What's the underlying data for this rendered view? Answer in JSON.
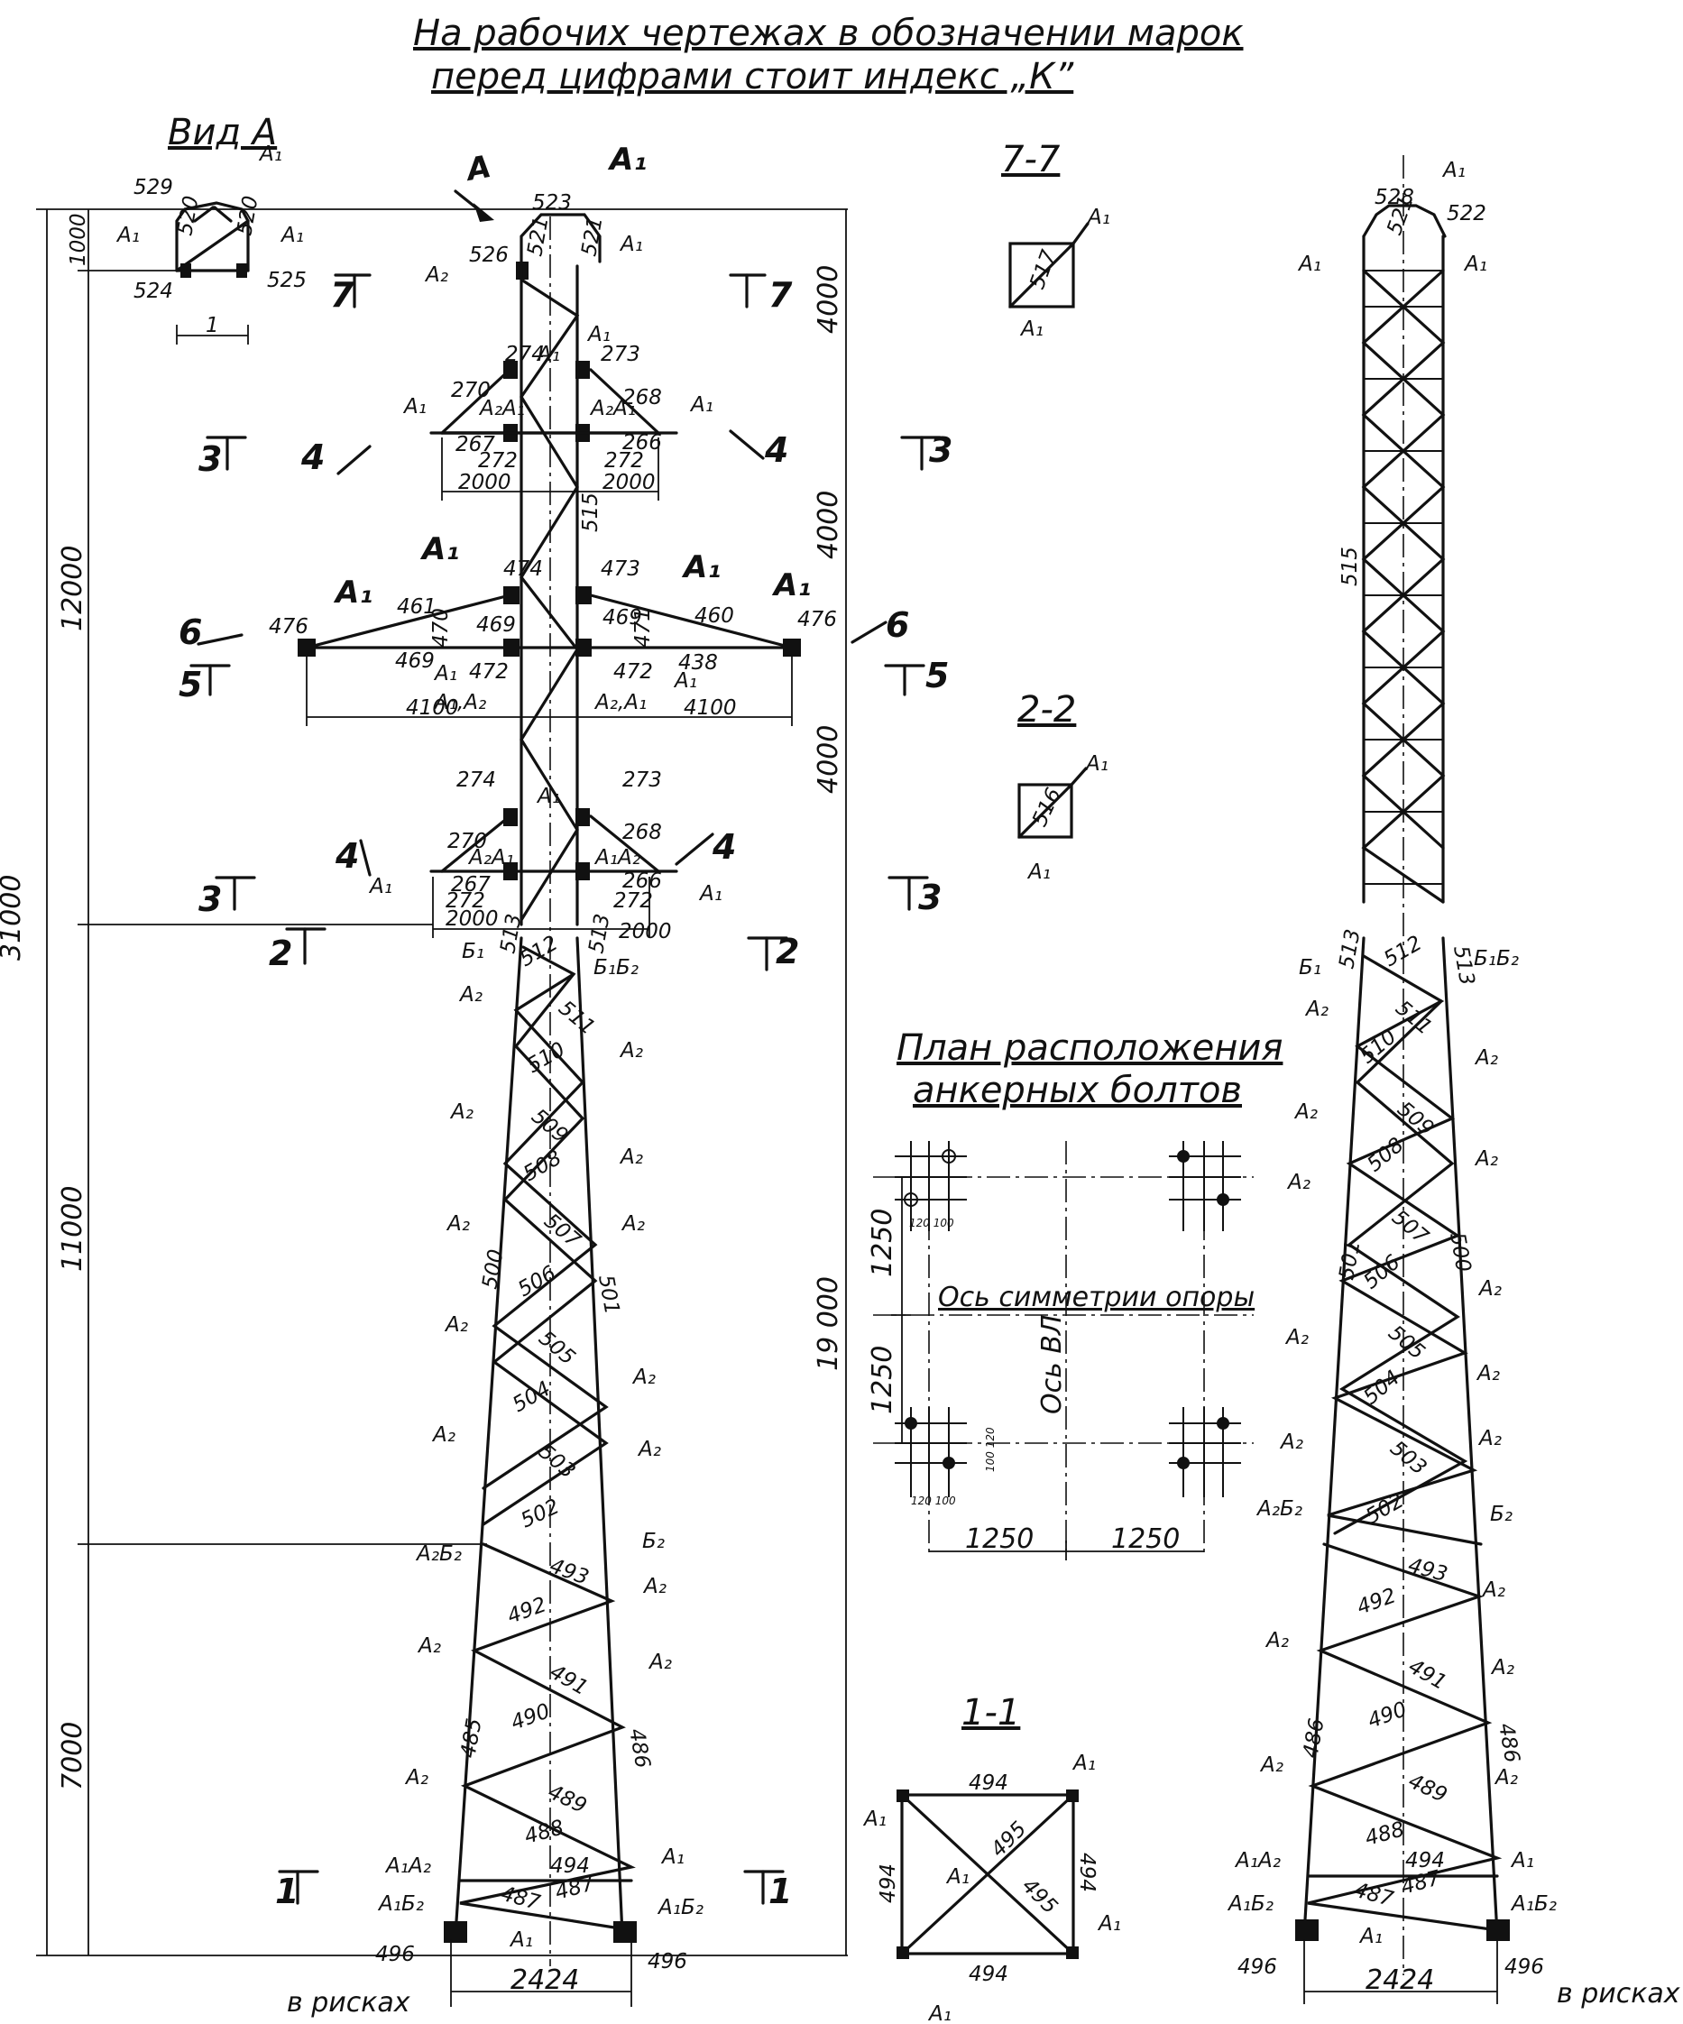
{
  "header": {
    "line1": "На рабочих чертежах в обозначении марок",
    "line2": "перед цифрами стоит индекс „К”"
  },
  "titles": {
    "view_a": "Вид А",
    "section_7_7": "7-7",
    "section_2_2": "2-2",
    "section_1_1": "1-1",
    "anchor_plan_1": "План расположения",
    "anchor_plan_2": "анкерных болтов"
  },
  "dimensions": {
    "total_height": "31000",
    "upper_part": "12000",
    "middle_part": "11000",
    "lower_part": "7000",
    "view_a_height": "1000",
    "right_4000_top": "4000",
    "right_4000_mid": "4000",
    "right_4000_low": "4000",
    "right_19000": "19 000",
    "base_width": "2424",
    "base_width_side": "2424",
    "arm_2000_ul": "2000",
    "arm_2000_ur": "2000",
    "arm_2000_ll": "2000",
    "arm_2000_lr": "2000",
    "arm_4100_l": "4100",
    "arm_4100_r": "4100",
    "plan_1250_v1": "1250",
    "plan_1250_v2": "1250",
    "plan_1250_h1": "1250",
    "plan_1250_h2": "1250",
    "plan_small_1": "120 100",
    "plan_small_2": "100 120",
    "plan_small_3": "120 100"
  },
  "notes": {
    "in_marks_left": "в рисках",
    "in_marks_right": "в рисках",
    "axis_symmetry": "Ось симметрии опоры",
    "axis_vl": "Ось ВЛ"
  },
  "sections": {
    "a_prime": "А",
    "cut7_l": "7",
    "cut7_r": "7",
    "cut3_l": "3",
    "cut3_r": "3",
    "cut4_l": "4",
    "cut4_r": "4",
    "cut6_l": "6",
    "cut6_r": "6",
    "cut5_l": "5",
    "cut5_r": "5",
    "cut3b_l": "3",
    "cut3b_r": "3",
    "cut4b_l": "4",
    "cut4b_r": "4",
    "cut2_l": "2",
    "cut2_r": "2",
    "cut1_l": "1",
    "cut1_r": "1"
  },
  "marks": {
    "m529": "529",
    "m520a": "520",
    "m520b": "520",
    "m524": "524",
    "m525": "525",
    "va_a1": "А₁",
    "va_a1b": "А₁",
    "va_a1c": "А₁",
    "m523": "523",
    "m521a": "521",
    "m521b": "521",
    "m526": "526",
    "top_a1": "А₁",
    "top_a1b": "А₁",
    "top_a2": "А₂",
    "m274": "274",
    "m273": "273",
    "m270": "270",
    "m268": "268",
    "m267": "267",
    "m266": "266",
    "m272a": "272",
    "m272b": "272",
    "ua_a1": "А₁",
    "ua_a1r": "А₁",
    "ua_a2a1": "А₂А₁",
    "ua_a2a1r": "А₂А₁",
    "ua_a1s": "А₁",
    "ua_a1s2": "А₁",
    "m515": "515",
    "m474": "474",
    "m473": "473",
    "m461": "461",
    "m460": "460",
    "m476l": "476",
    "m476r": "476",
    "m470": "470",
    "m471": "471",
    "m469": "469",
    "m469b": "469",
    "m469c": "469",
    "m472l": "472",
    "m472r": "472",
    "m438": "438",
    "ma_a1a": "А₁",
    "ma_a1b": "А₁",
    "ma_a1c": "А₁",
    "ma_a1d": "А₁",
    "ma_a1e": "А₁",
    "ma_a1f": "А₁",
    "ma_a1a2": "А₁,А₂",
    "ma_a2a1": "А₂,А₁",
    "m274b": "274",
    "m273b": "273",
    "m270b": "270",
    "m268b": "268",
    "m267b": "267",
    "m266b": "266",
    "m272c": "272",
    "m272d": "272",
    "m513l": "513",
    "m513r": "513",
    "la_a1": "А₁",
    "la_a1r": "А₁",
    "la_a2a1": "А₂А₁",
    "la_a1a2": "А₁А₂",
    "la_a1s": "А₁",
    "b1": "Б₁",
    "b1b2": "Б₁Б₂",
    "m512": "512",
    "m511": "511",
    "m510": "510",
    "m509": "509",
    "m508": "508",
    "m507": "507",
    "m506": "506",
    "m505": "505",
    "m504": "504",
    "m503": "503",
    "m502": "502",
    "m500": "500",
    "m501": "501",
    "a2_1": "А₂",
    "a2_2": "А₂",
    "a2_3": "А₂",
    "a2_4": "А₂",
    "a2_5": "А₂",
    "a2_6": "А₂",
    "a2_7": "А₂",
    "a2_8": "А₂",
    "a2_9": "А₂",
    "a2b2": "А₂Б₂",
    "b2": "Б₂",
    "m493": "493",
    "m492": "492",
    "m491": "491",
    "m490": "490",
    "m489": "489",
    "m488": "488",
    "m494": "494",
    "m487a": "487",
    "m487b": "487",
    "m485": "485",
    "m486": "486",
    "m496l": "496",
    "m496r": "496",
    "a2_10": "А₂",
    "a2_11": "А₂",
    "a2_12": "А₂",
    "a2_13": "А₂",
    "a2_14": "А₂",
    "a1a2": "А₁А₂",
    "a1_low": "А₁",
    "a1b2l": "А₁Б₂",
    "a1b2r": "А₁Б₂",
    "a1_bot": "А₁",
    "s77_517": "517",
    "s77_a1a": "А₁",
    "s77_a1b": "А₁",
    "s22_516": "516",
    "s22_a1a": "А₁",
    "s22_a1b": "А₁",
    "s11_494t": "494",
    "s11_494b": "494",
    "s11_494l": "494",
    "s11_494r": "494",
    "s11_495a": "495",
    "s11_495b": "495",
    "s11_a1a": "А₁",
    "s11_a1b": "А₁",
    "s11_a1c": "А₁",
    "s11_a1d": "А₁",
    "s11_a1e": "А₁",
    "sv528": "528",
    "sv522": "522",
    "sv521": "521",
    "sv_a1a": "А₁",
    "sv_a1b": "А₁",
    "sv_a1c": "А₁",
    "sv_a1d": "А₁",
    "sv515": "515",
    "sv513l": "513",
    "sv513r": "513",
    "sv512": "512",
    "sv_b1": "Б₁",
    "sv_b1b2": "Б₁Б₂",
    "sv511": "511",
    "sv510": "510",
    "sv509": "509",
    "sv508": "508",
    "sv507": "507",
    "sv506": "506",
    "sv505": "505",
    "sv504": "504",
    "sv503": "503",
    "sv502": "502",
    "sv501": "501",
    "sv500": "500",
    "sv_a2a": "А₂",
    "sv_a2b": "А₂",
    "sv_a2c": "А₂",
    "sv_a2d": "А₂",
    "sv_a2e": "А₂",
    "sv_a2f": "А₂",
    "sv_a2g": "А₂",
    "sv_a2h": "А₂",
    "sv_a2i": "А₂",
    "sv_a2j": "А₂",
    "sv_a2b2": "А₂Б₂",
    "sv_b2": "Б₂",
    "sv493": "493",
    "sv492": "492",
    "sv491": "491",
    "sv490": "490",
    "sv489": "489",
    "sv488": "488",
    "sv494": "494",
    "sv487a": "487",
    "sv487b": "487",
    "sv486l": "486",
    "sv486r": "486",
    "sv496l": "496",
    "sv496r": "496",
    "sv_a2k": "А₂",
    "sv_a2l": "А₂",
    "sv_a2m": "А₂",
    "sv_a2n": "А₂",
    "sv_a2o": "А₂",
    "sv_a1a2": "А₁А₂",
    "sv_a1e": "А₁",
    "sv_a1b2l": "А₁Б₂",
    "sv_a1b2r": "А₁Б₂",
    "sv_a1f": "А₁"
  }
}
